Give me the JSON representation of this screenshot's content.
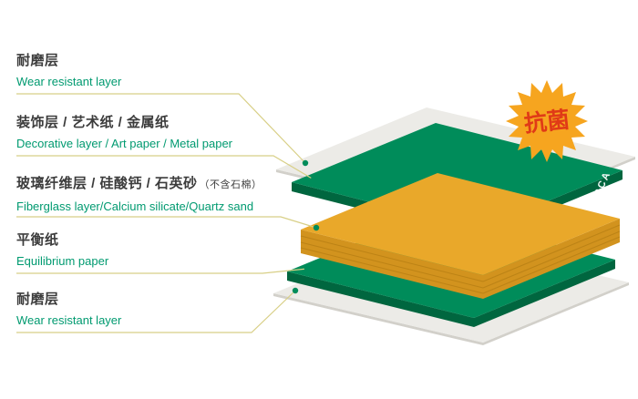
{
  "diagram": {
    "labels": [
      {
        "zh": "耐磨层",
        "en": "Wear resistant layer"
      },
      {
        "zh": "装饰层 / 艺术纸 / 金属纸",
        "en": "Decorative layer / Art paper / Metal paper"
      },
      {
        "zh": "玻璃纤维层 / 硅酸钙 / 石英砂",
        "zh_note": "（不含石棉）",
        "en": "Fiberglass layer/Calcium silicate/Quartz sand"
      },
      {
        "zh": "平衡纸",
        "en": "Equilibrium paper"
      },
      {
        "zh": "耐磨层",
        "en": "Wear resistant layer"
      }
    ],
    "layers": [
      {
        "name": "wear-resistant-layer-top",
        "material": "white sheet"
      },
      {
        "name": "decorative-layer",
        "material": "green sheet"
      },
      {
        "name": "fiberglass-core-layer",
        "material": "yellow stacked board"
      },
      {
        "name": "equilibrium-paper",
        "material": "green sheet"
      },
      {
        "name": "wear-resistant-layer-bottom",
        "material": "white sheet"
      }
    ],
    "badge": {
      "text": "抗菌"
    },
    "brand": {
      "text": "FORCA"
    },
    "colors": {
      "sheet_white": "#ecebe7",
      "sheet_white_side": "#d2d0ca",
      "green": "#008c5a",
      "green_side": "#00663f",
      "yellow": "#e9a82a",
      "yellow_side": "#d2931e",
      "yellow_sheet_line": "#bc8316",
      "label_zh": "#3c3c3c",
      "label_en": "#009a70",
      "leader_line": "#d8cf86",
      "dot": "#008c5a",
      "badge": "#f6a51f",
      "badge_text": "#e03a17",
      "brand_text": "#ffffff"
    }
  }
}
